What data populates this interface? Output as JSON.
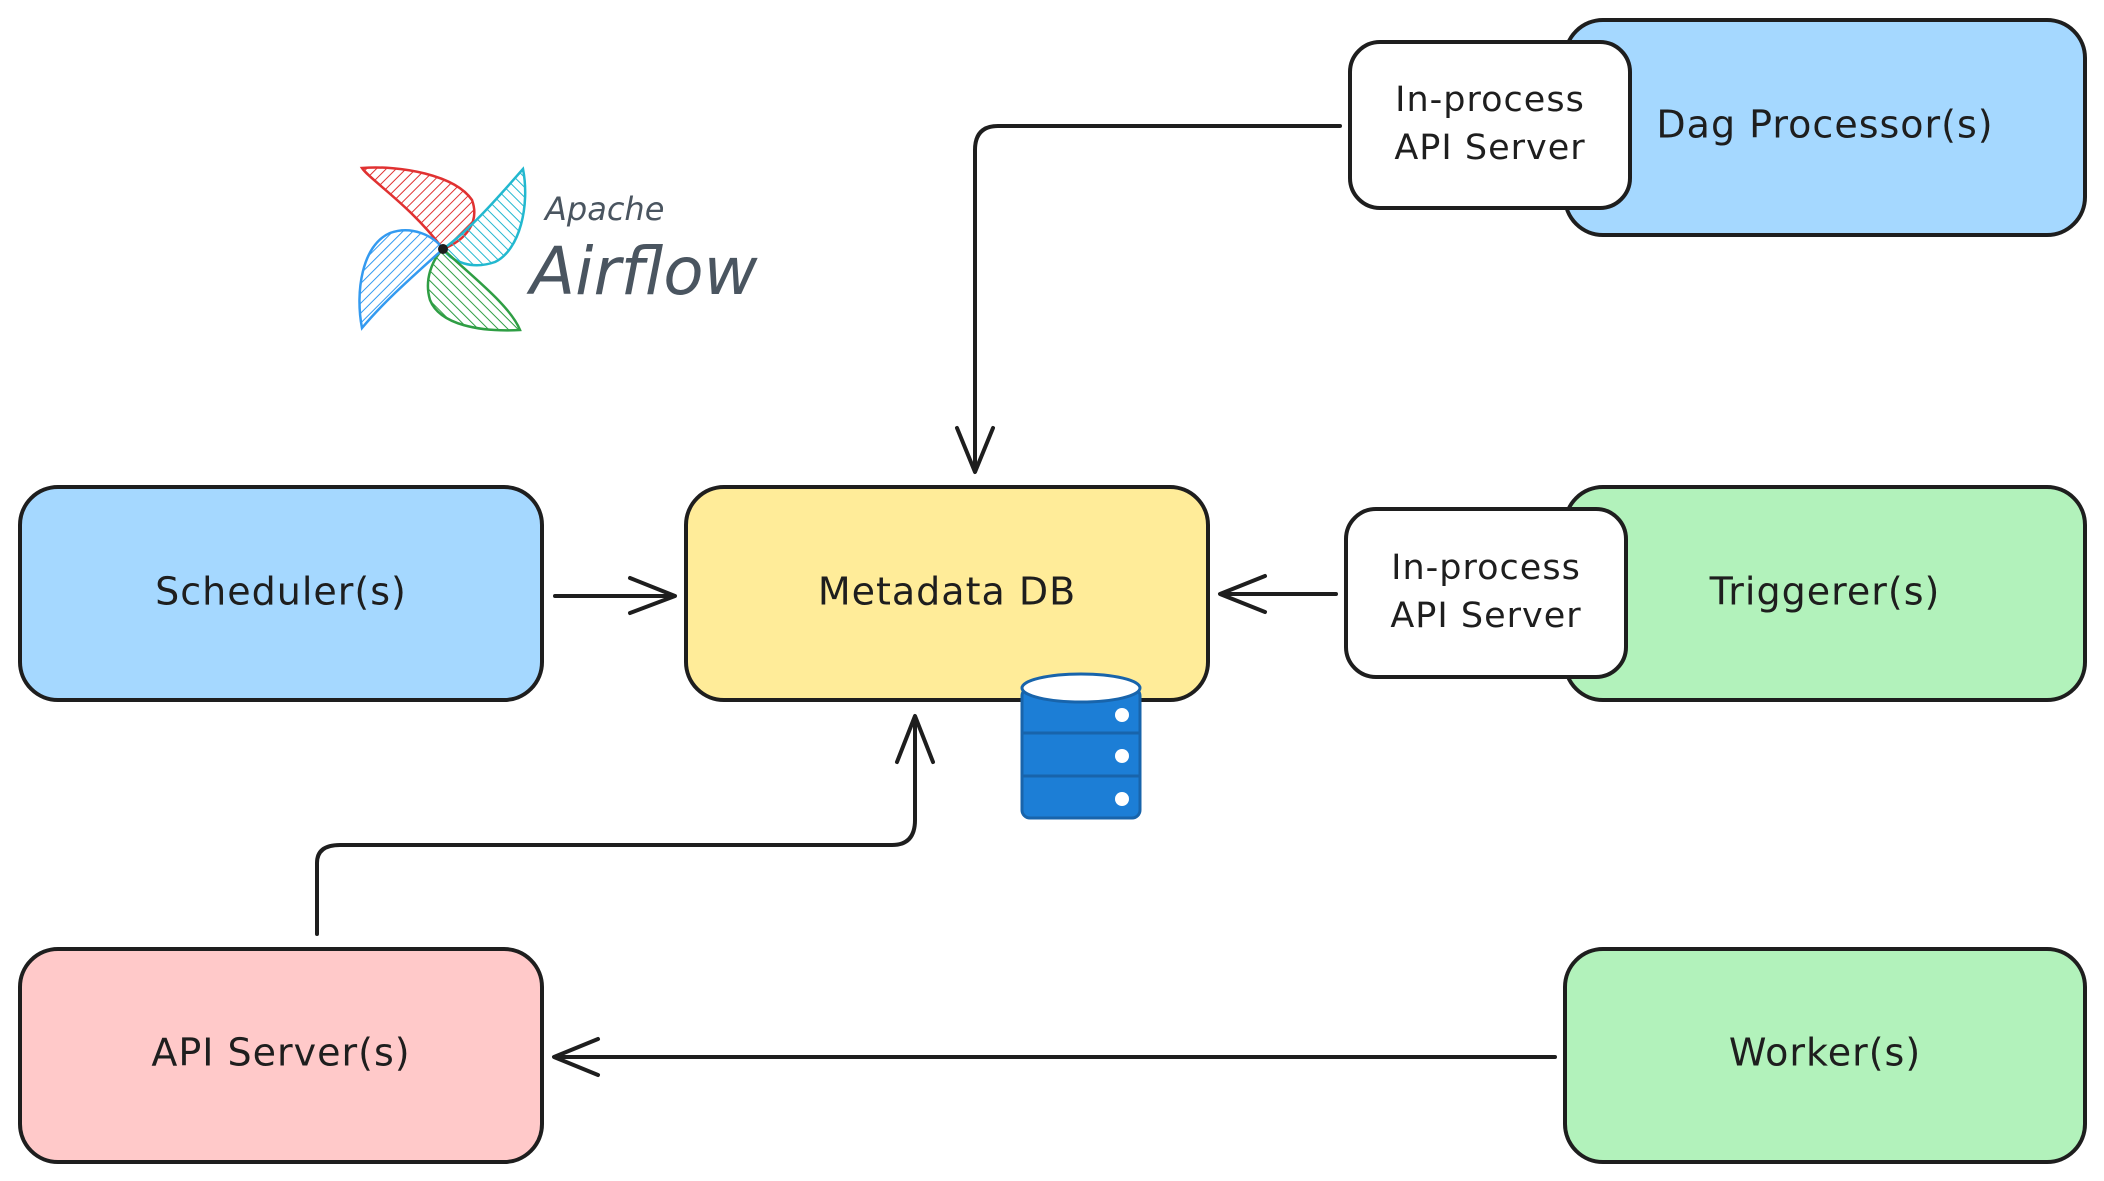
{
  "logo": {
    "line1": "Apache",
    "line2": "Airflow"
  },
  "nodes": {
    "dag_processor": {
      "label": "Dag Processor(s)"
    },
    "dag_processor_api": {
      "line1": "In-process",
      "line2": "API Server"
    },
    "scheduler": {
      "label": "Scheduler(s)"
    },
    "metadata_db": {
      "label": "Metadata DB"
    },
    "triggerer": {
      "label": "Triggerer(s)"
    },
    "triggerer_api": {
      "line1": "In-process",
      "line2": "API Server"
    },
    "api_server": {
      "label": "API Server(s)"
    },
    "worker": {
      "label": "Worker(s)"
    }
  },
  "colors": {
    "blue_fill": "#a5d8ff",
    "green_fill": "#b2f2bb",
    "yellow_fill": "#ffec99",
    "red_fill": "#ffc9c9",
    "white_fill": "#ffffff",
    "stroke": "#1e1e1e",
    "db_icon": "#1c7ed6"
  },
  "icons": {
    "logo": "airflow-pinwheel-icon",
    "database": "database-icon"
  }
}
